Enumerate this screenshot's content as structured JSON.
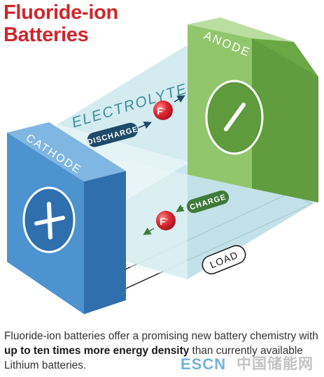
{
  "title_line1": "Fluoride-ion",
  "title_line2": "Batteries",
  "labels": {
    "anode": "ANODE",
    "cathode": "CATHODE",
    "electrolyte": "ELECTROLYTE",
    "discharge": "DISCHARGE",
    "charge": "CHARGE",
    "load": "LOAD",
    "ion": "F",
    "ion_charge": "-"
  },
  "caption": {
    "part1": "Fluoride-ion batteries offer a promising new battery chemistry with ",
    "bold": "up to ten times more energy density",
    "part2": " than currently available Lithium batteries."
  },
  "watermark": {
    "latin": "ESCN",
    "cjk": "中国储能网"
  },
  "icons": {
    "cathode_symbol": "plus-icon",
    "anode_symbol": "minus-icon"
  },
  "colors": {
    "title": "#d0262b",
    "cathode_front": "#4c93cf",
    "cathode_side": "#2f6fae",
    "anode_front": "#8fc46a",
    "anode_side": "#5f9a3d",
    "electrolyte": "#d3ecf0",
    "ion": "#d8202e",
    "discharge_pill": "#1f4a68",
    "charge_pill": "#3f7a3a",
    "text": "#333333"
  }
}
